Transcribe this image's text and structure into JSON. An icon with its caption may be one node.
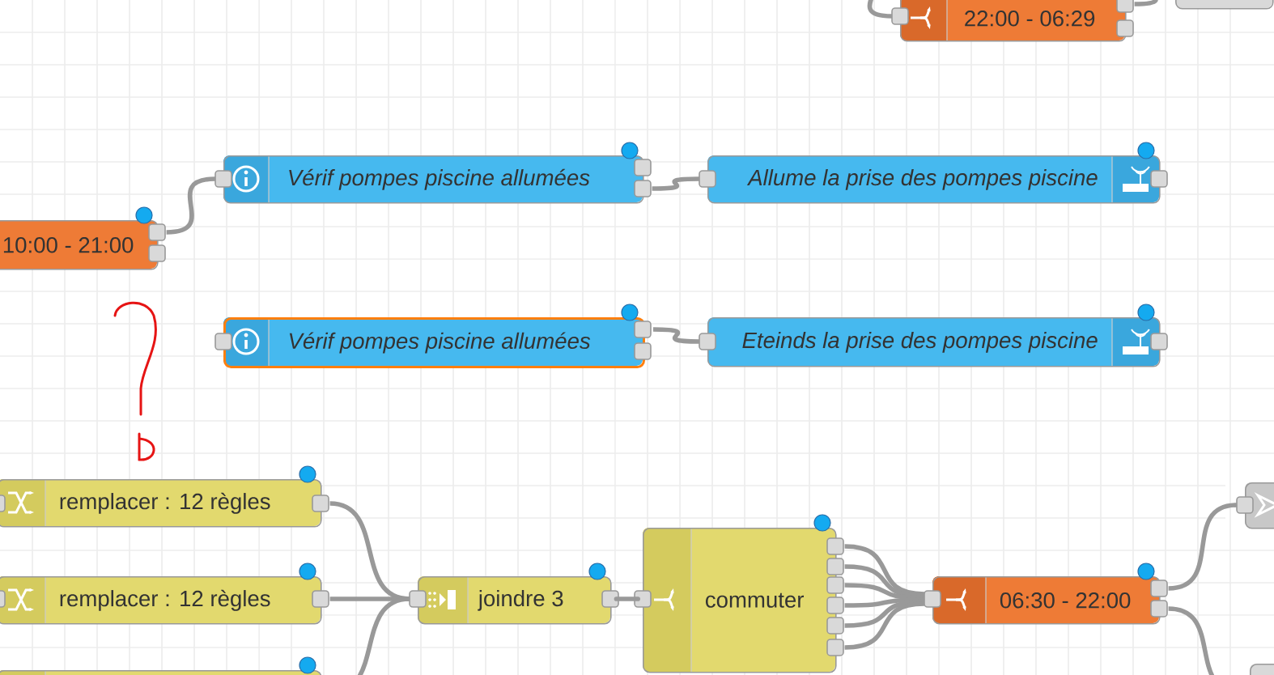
{
  "diagram": {
    "nodes": [
      {
        "text": [
          "22:00 - 06:29"
        ]
      },
      {
        "text": [],
        "shape": "box"
      },
      {
        "text": [
          "10:00 - 21:00"
        ]
      },
      {
        "text": [
          "Vérif pompes piscine allumées"
        ]
      },
      {
        "text": [
          "Allume la prise des pompes piscine"
        ]
      },
      {
        "text": [
          "Vérif pompes piscine allumées"
        ]
      },
      {
        "text": [
          "Eteinds la prise des pompes piscine"
        ]
      },
      {
        "text": [
          "remplacer : 12 règles"
        ]
      },
      {
        "text": [
          "remplacer : 12 règles"
        ]
      },
      {
        "text": [],
        "shape": "box"
      },
      {
        "text": [
          "joindre 3"
        ]
      },
      {
        "text": [
          "commuter"
        ]
      },
      {
        "text": [
          "06:30 - 22:00"
        ]
      },
      {
        "text": [],
        "shape": "box"
      },
      {
        "text": [],
        "shape": "box"
      }
    ],
    "edges": [
      {
        "from": null,
        "to": 0,
        "arrow": "none"
      },
      {
        "from": 0,
        "to": 1,
        "arrow": "none"
      },
      {
        "from": 2,
        "to": 3,
        "arrow": "none"
      },
      {
        "from": 3,
        "to": 4,
        "arrow": "none"
      },
      {
        "from": 5,
        "to": 6,
        "arrow": "none"
      },
      {
        "from": 7,
        "to": 10,
        "arrow": "none"
      },
      {
        "from": 8,
        "to": 10,
        "arrow": "none"
      },
      {
        "from": 9,
        "to": 10,
        "arrow": "none"
      },
      {
        "from": 10,
        "to": 11,
        "arrow": "none"
      },
      {
        "from": 11,
        "to": 12,
        "arrow": "none"
      },
      {
        "from": 11,
        "to": 12,
        "arrow": "none"
      },
      {
        "from": 11,
        "to": 12,
        "arrow": "none"
      },
      {
        "from": 11,
        "to": 12,
        "arrow": "none"
      },
      {
        "from": 11,
        "to": 12,
        "arrow": "none"
      },
      {
        "from": 11,
        "to": 12,
        "arrow": "none"
      },
      {
        "from": 12,
        "to": 13,
        "arrow": "none"
      },
      {
        "from": 12,
        "to": 14,
        "arrow": "none"
      }
    ]
  }
}
